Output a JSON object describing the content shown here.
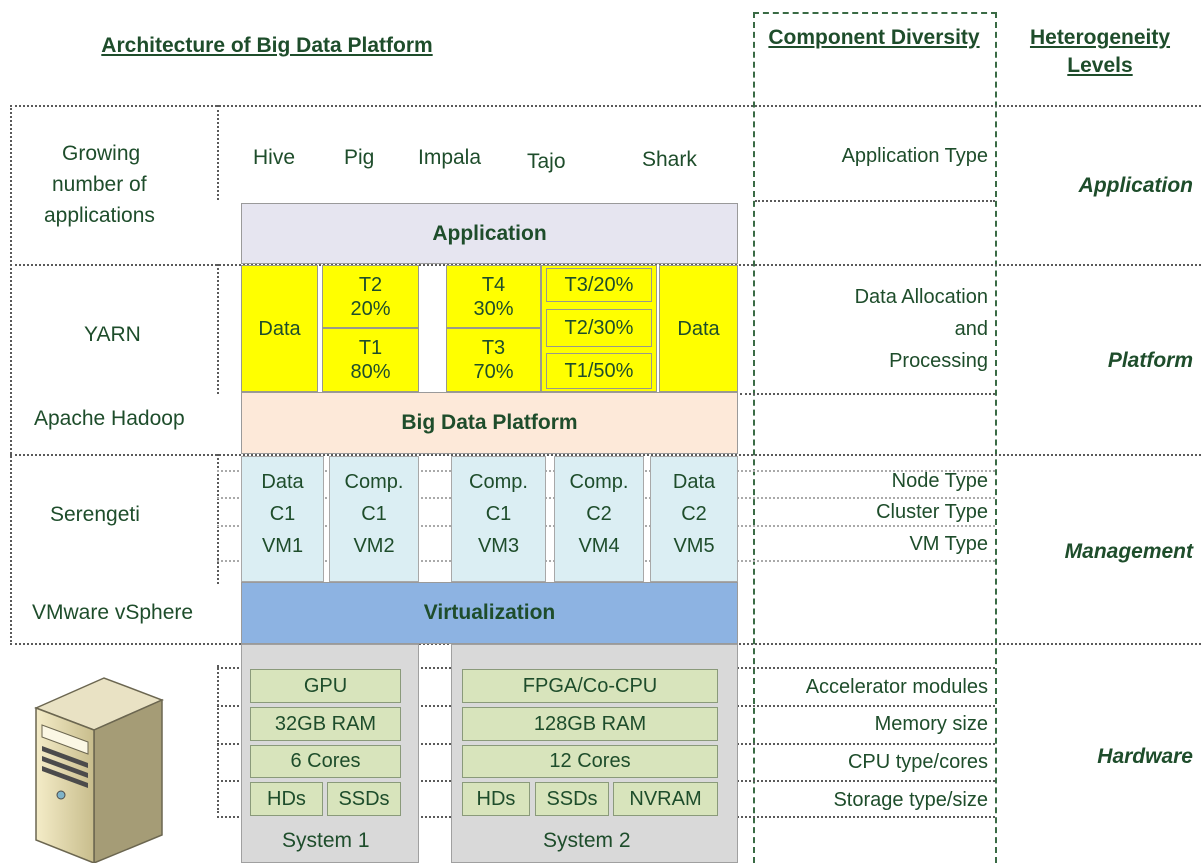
{
  "headers": {
    "architecture": "Architecture of Big Data Platform",
    "component_diversity": "Component Diversity",
    "heterogeneity_levels": "Heterogeneity Levels"
  },
  "levels": [
    "Application",
    "Platform",
    "Management",
    "Hardware"
  ],
  "left_labels": {
    "growing": [
      "Growing",
      "number of",
      "applications"
    ],
    "yarn": "YARN",
    "hadoop": "Apache Hadoop",
    "serengeti": "Serengeti",
    "vsphere": "VMware vSphere"
  },
  "apps": [
    "Hive",
    "Pig",
    "Impala",
    "Tajo",
    "Shark"
  ],
  "layers": {
    "application": "Application",
    "big_data_platform": "Big Data Platform",
    "virtualization": "Virtualization"
  },
  "yarn_blocks": {
    "data_left": "Data",
    "t2": "T2",
    "t2_pct": "20%",
    "t1": "T1",
    "t1_pct": "80%",
    "t4": "T4",
    "t4_pct": "30%",
    "t3": "T3",
    "t3_pct": "70%",
    "t3_20": "T3/20%",
    "t2_30": "T2/30%",
    "t1_50": "T1/50%",
    "data_right": "Data"
  },
  "vms": [
    {
      "type": "Data",
      "cluster": "C1",
      "vm": "VM1"
    },
    {
      "type": "Comp.",
      "cluster": "C1",
      "vm": "VM2"
    },
    {
      "type": "Comp.",
      "cluster": "C1",
      "vm": "VM3"
    },
    {
      "type": "Comp.",
      "cluster": "C2",
      "vm": "VM4"
    },
    {
      "type": "Data",
      "cluster": "C2",
      "vm": "VM5"
    }
  ],
  "system1": {
    "gpu": "GPU",
    "ram": "32GB RAM",
    "cores": "6 Cores",
    "hds": "HDs",
    "ssds": "SSDs",
    "label": "System 1"
  },
  "system2": {
    "accel": "FPGA/Co-CPU",
    "ram": "128GB RAM",
    "cores": "12 Cores",
    "hds": "HDs",
    "ssds": "SSDs",
    "nvram": "NVRAM",
    "label": "System 2"
  },
  "diversity": {
    "application_type": "Application Type",
    "data_alloc": [
      "Data Allocation",
      "and",
      "Processing"
    ],
    "node_type": "Node Type",
    "cluster_type": "Cluster Type",
    "vm_type": "VM Type",
    "accel": "Accelerator modules",
    "memory": "Memory size",
    "cpu": "CPU type/cores",
    "storage": "Storage type/size"
  }
}
